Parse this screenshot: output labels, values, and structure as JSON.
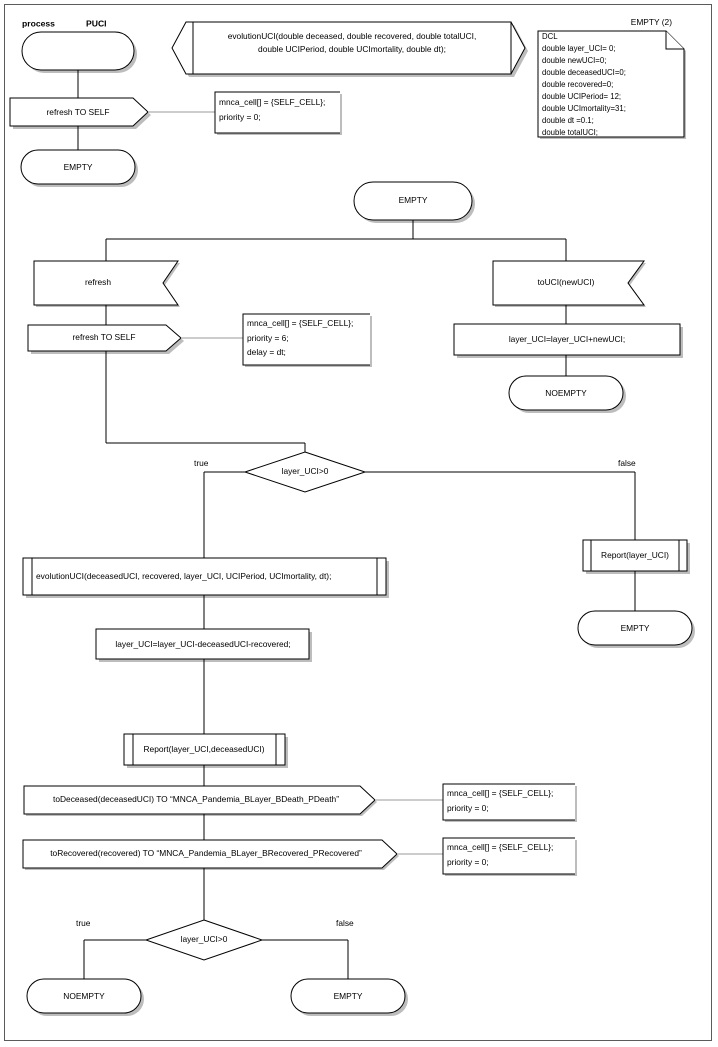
{
  "diagram": {
    "kind": "sdl-process",
    "page_label": "EMPTY (2)",
    "header": {
      "keyword": "process",
      "name": "PUCI"
    },
    "colors": {
      "stroke": "#000000",
      "shadow": "#bdbdbd",
      "background": "#ffffff",
      "frame": "#5b5b5b"
    }
  },
  "procedure_header": {
    "line1": "evolutionUCI(double deceased, double recovered, double totalUCI,",
    "line2": "double UCIPeriod, double UCImortality, double dt);"
  },
  "declaration_note": {
    "title": "DCL",
    "lines": [
      "double layer_UCI= 0;",
      "double newUCI=0;",
      "double deceasedUCI=0;",
      "double recovered=0;",
      "double UCIPeriod= 12;",
      "double UCImortality=31;",
      "double dt =0.1;",
      "double totalUCI;"
    ]
  },
  "nodes": {
    "start_state": {
      "label": ""
    },
    "output_refresh_self_top": {
      "label": "refresh TO SELF"
    },
    "state_empty_top": {
      "label": "EMPTY"
    },
    "state_empty_main": {
      "label": "EMPTY"
    },
    "input_refresh": {
      "label": "refresh"
    },
    "output_refresh_self_main": {
      "label": "refresh TO SELF"
    },
    "input_touci": {
      "label": "toUCI(newUCI)"
    },
    "task_layer_add": {
      "label": "layer_UCI=layer_UCI+newUCI;"
    },
    "state_noempty_right": {
      "label": "NOEMPTY"
    },
    "decision_layer_top": {
      "label": "layer_UCI>0"
    },
    "call_evolutionuci": {
      "label": "evolutionUCI(deceasedUCI, recovered, layer_UCI, UCIPeriod, UCImortality, dt);"
    },
    "task_layer_sub": {
      "label": "layer_UCI=layer_UCI-deceasedUCI-recovered;"
    },
    "call_report_layer": {
      "label": "Report(layer_UCI)"
    },
    "state_empty_right": {
      "label": "EMPTY"
    },
    "call_report_layer_deceased": {
      "label": "Report(layer_UCI,deceasedUCI)"
    },
    "output_todeceased": {
      "label": "toDeceased(deceasedUCI) TO “MNCA_Pandemia_BLayer_BDeath_PDeath”"
    },
    "output_torecovered": {
      "label": "toRecovered(recovered) TO “MNCA_Pandemia_BLayer_BRecovered_PRecovered”"
    },
    "decision_layer_bottom": {
      "label": "layer_UCI>0"
    },
    "state_noempty_bottom": {
      "label": "NOEMPTY"
    },
    "state_empty_bottom": {
      "label": "EMPTY"
    }
  },
  "comments": {
    "comment_top": {
      "line1": "mnca_cell[] = {SELF_CELL};",
      "line2": "priority = 0;",
      "line3": ""
    },
    "comment_refresh_main": {
      "line1": "mnca_cell[] = {SELF_CELL};",
      "line2": "priority = 6;",
      "line3": "delay = dt;"
    },
    "comment_todeceased": {
      "line1": "mnca_cell[] = {SELF_CELL};",
      "line2": "priority = 0;",
      "line3": ""
    },
    "comment_torecovered": {
      "line1": "mnca_cell[] = {SELF_CELL};",
      "line2": "priority = 0;",
      "line3": ""
    }
  },
  "branch_labels": {
    "top_true": "true",
    "top_false": "false",
    "bottom_true": "true",
    "bottom_false": "false"
  }
}
